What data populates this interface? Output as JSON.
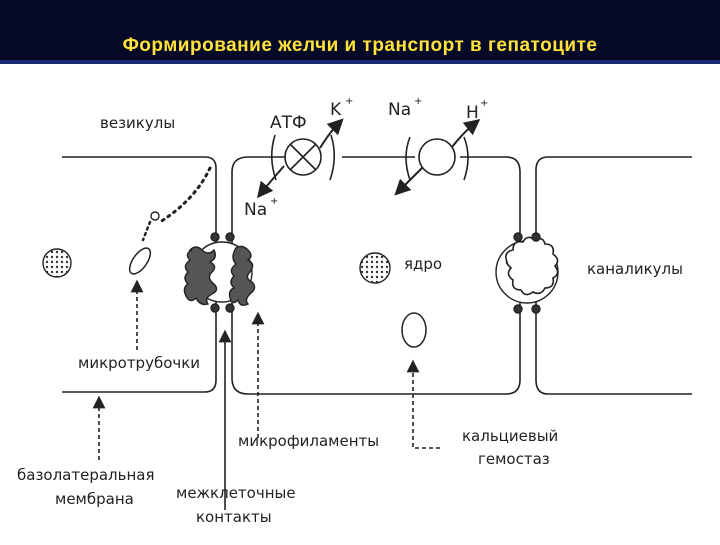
{
  "title": "Формирование желчи и транспорт в гепатоците",
  "labels": {
    "vesicles": "везикулы",
    "atp": "АТФ",
    "k": "K",
    "na_top": "Na",
    "h": "H",
    "na_left": "Na",
    "nucleus": "ядро",
    "canaliculi": "каналикулы",
    "microtubules": "микротрубочки",
    "microfilaments": "микрофиламенты",
    "calcium_1": "кальциевый",
    "calcium_2": "гемостаз",
    "basolateral_1": "базолатеральная",
    "basolateral_2": "мембрана",
    "junctions_1": "межклеточные",
    "junctions_2": "контакты",
    "plus": "+"
  },
  "colors": {
    "title_bg": "#070a26",
    "title_text": "#ffe23a",
    "ink": "#222222"
  }
}
